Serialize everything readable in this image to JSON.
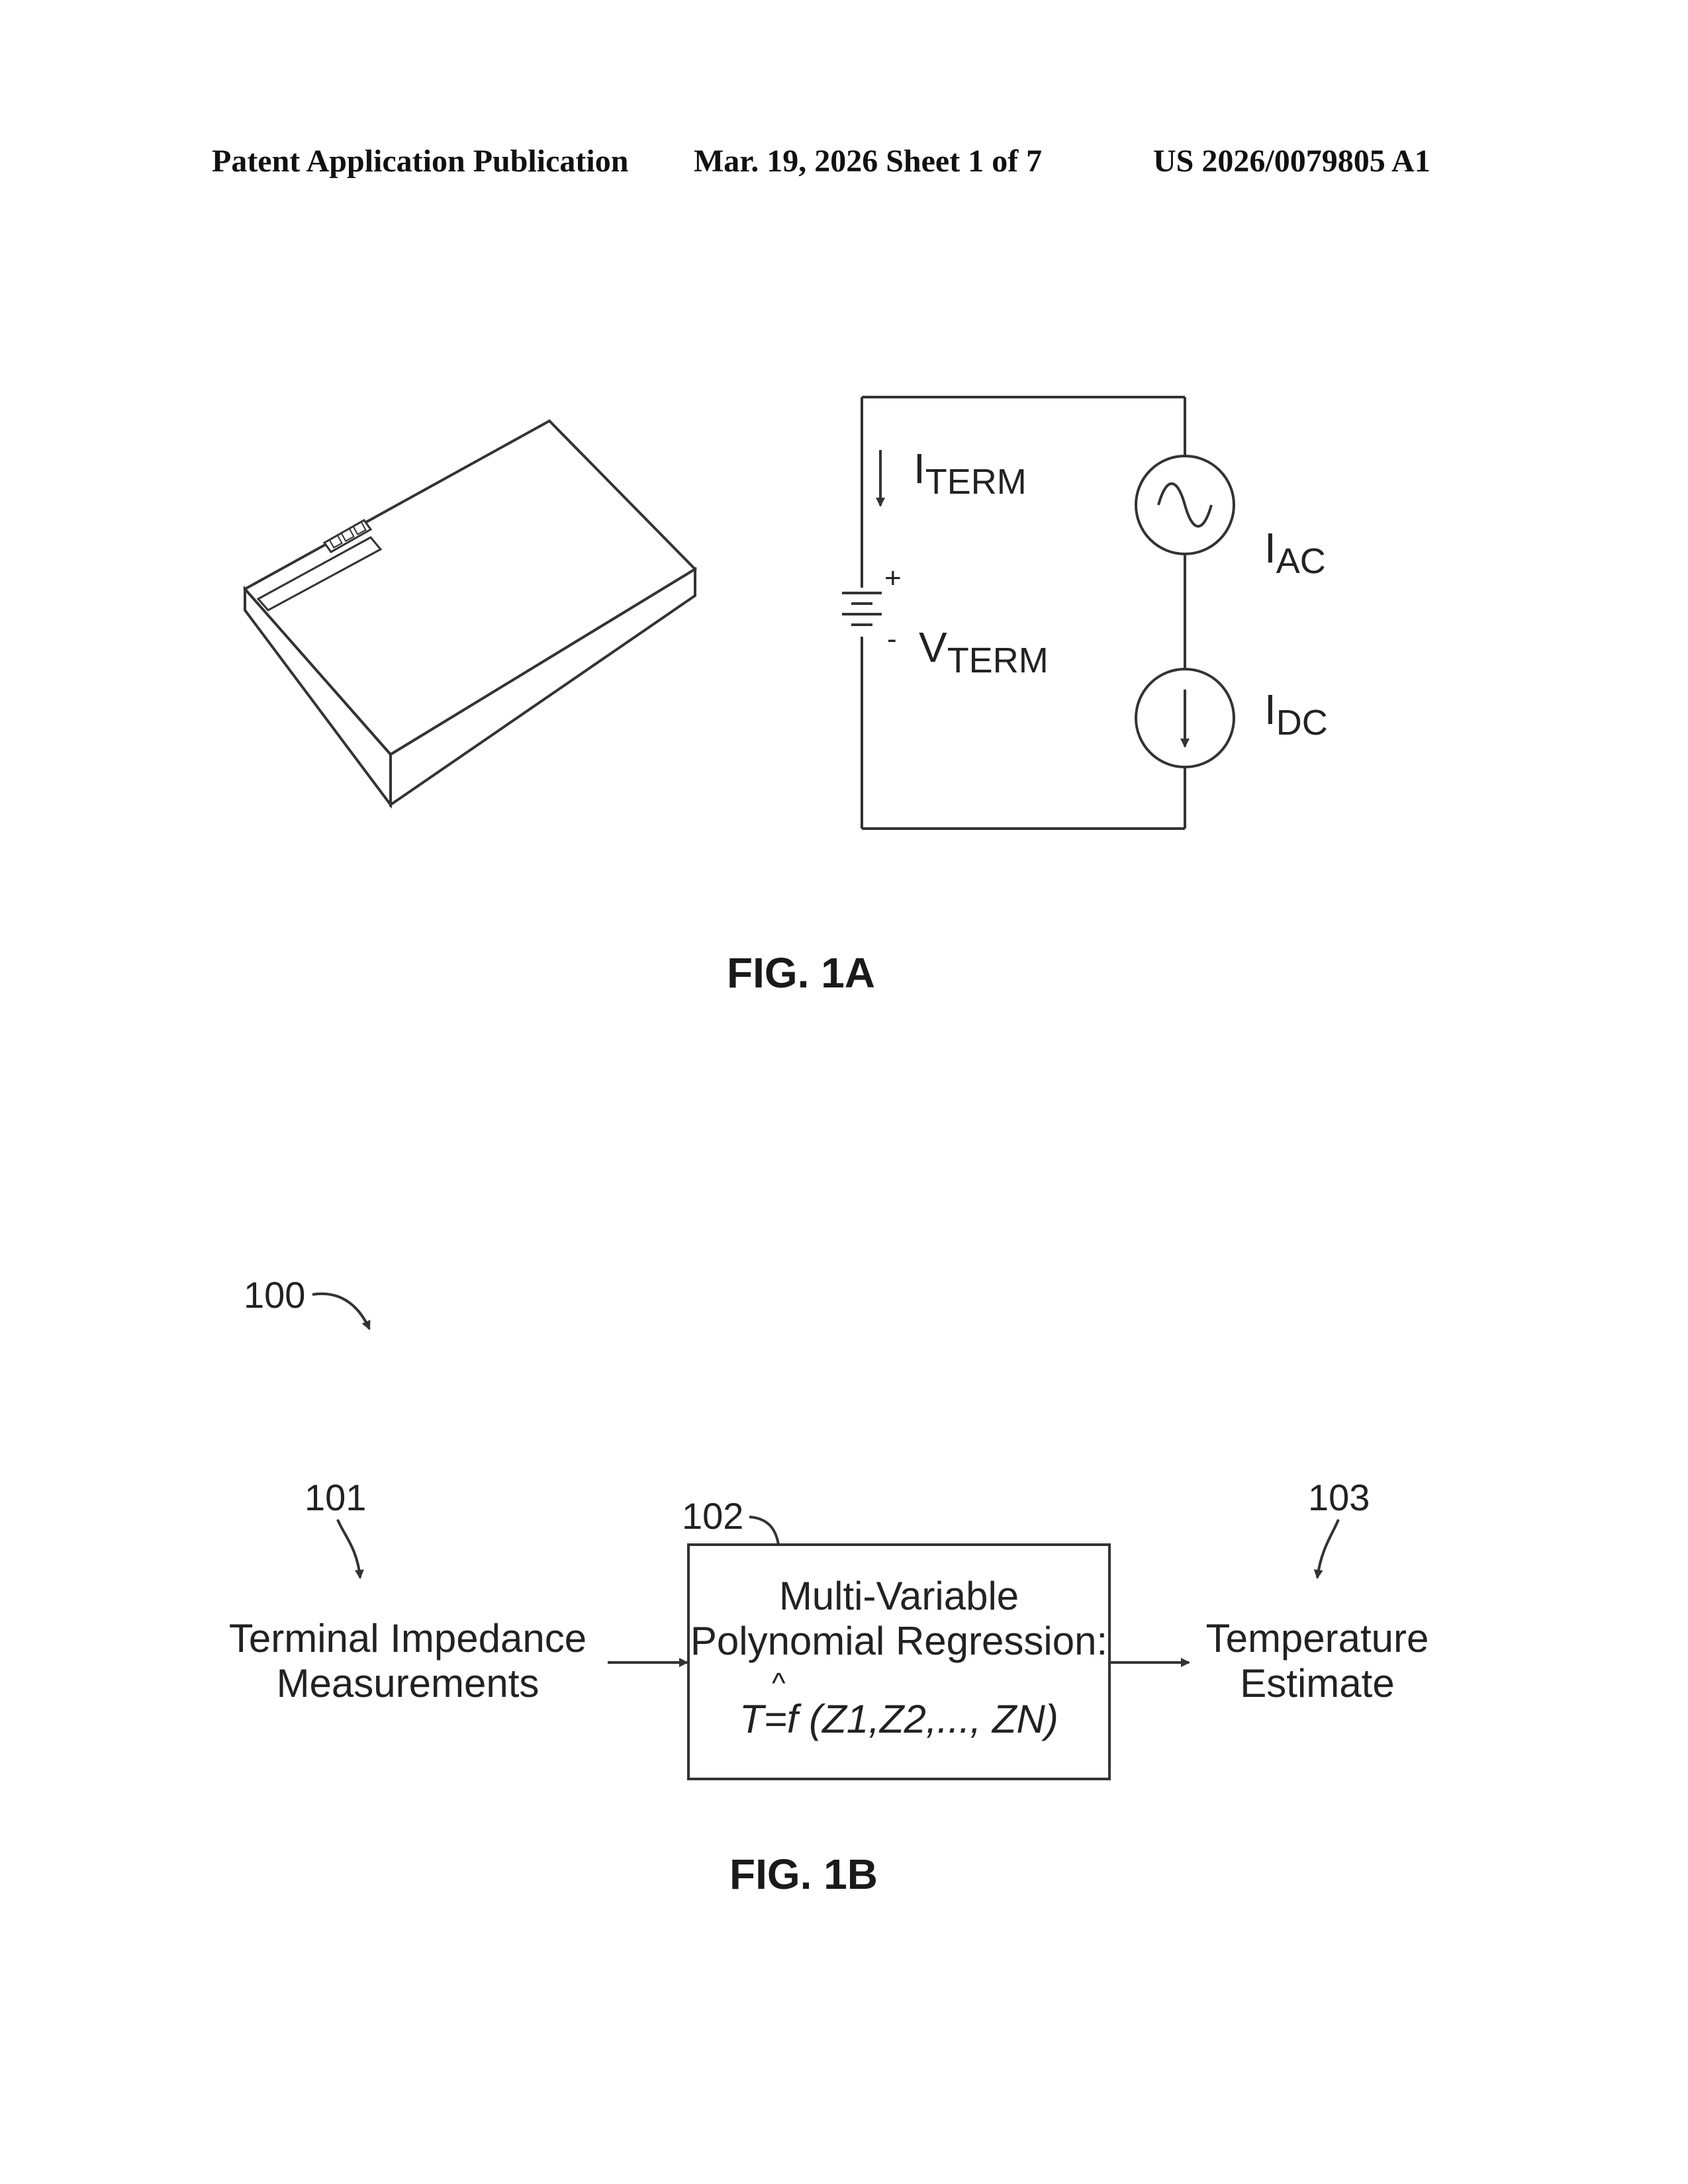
{
  "header": {
    "publication": "Patent Application Publication",
    "date_sheet": "Mar. 19, 2026  Sheet 1 of 7",
    "number": "US 2026/0079805 A1"
  },
  "fig1a": {
    "current_term_main": "I",
    "current_term_sub": "TERM",
    "plus": "+",
    "minus": "-",
    "voltage_main": "V",
    "voltage_sub": "TERM",
    "iac_main": "I",
    "iac_sub": "AC",
    "idc_main": "I",
    "idc_sub": "DC",
    "caption": "FIG. 1A"
  },
  "fig1b": {
    "ref_system": "100",
    "ref_input": "101",
    "ref_block": "102",
    "ref_output": "103",
    "input_line1": "Terminal Impedance",
    "input_line2": "Measurements",
    "block_line1": "Multi-Variable",
    "block_line2": "Polynomial Regression:",
    "formula_hat": "^",
    "formula": "T=f (Z1,Z2,..., ZN)",
    "output_line1": "Temperature",
    "output_line2": "Estimate",
    "caption": "FIG. 1B"
  }
}
